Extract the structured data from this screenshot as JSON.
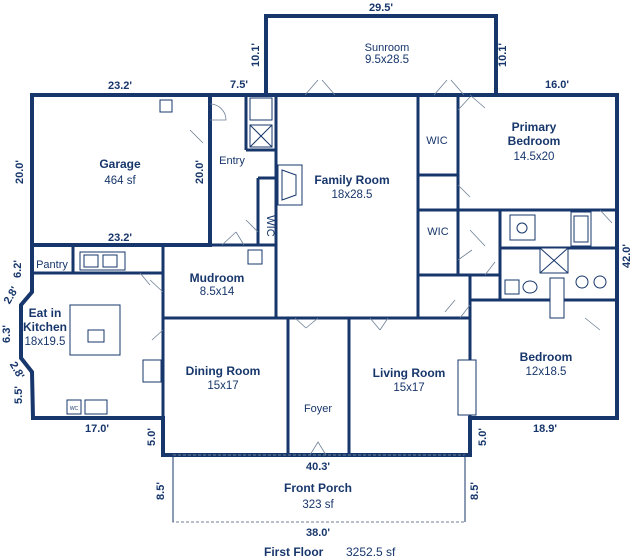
{
  "rooms": {
    "sunroom": {
      "name": "Sunroom",
      "size": "9.5x28.5"
    },
    "garage": {
      "name": "Garage",
      "size": "464 sf"
    },
    "entry": {
      "name": "Entry"
    },
    "family": {
      "name": "Family Room",
      "size": "18x28.5"
    },
    "wic1": {
      "name": "WIC"
    },
    "wic2": {
      "name": "WIC"
    },
    "wic3": {
      "name": "WIC"
    },
    "primary": {
      "name1": "Primary",
      "name2": "Bedroom",
      "size": "14.5x20"
    },
    "pantry": {
      "name": "Pantry"
    },
    "mudroom": {
      "name": "Mudroom",
      "size": "8.5x14"
    },
    "kitchen": {
      "name1": "Eat in",
      "name2": "Kitchen",
      "size": "18x19.5"
    },
    "dining": {
      "name": "Dining Room",
      "size": "15x17"
    },
    "foyer": {
      "name": "Foyer"
    },
    "living": {
      "name": "Living Room",
      "size": "15x17"
    },
    "bedroom": {
      "name": "Bedroom",
      "size": "12x18.5"
    },
    "porch": {
      "name": "Front Porch",
      "size": "323 sf"
    },
    "wc": {
      "name": "WC"
    }
  },
  "dims": {
    "sunroom_top": "29.5'",
    "sunroom_left": "10.1'",
    "sunroom_right": "10.1'",
    "garage_top": "23.2'",
    "garage_bottom": "23.2'",
    "garage_left": "20.0'",
    "garage_right": "20.0'",
    "entry_top": "7.5'",
    "primary_top": "16.0'",
    "right_side": "42.0'",
    "pantry_side": "6.2'",
    "k_28a": "2.8'",
    "k_63": "6.3'",
    "k_28b": "2.8'",
    "k_55": "5.5'",
    "kitchen_bottom": "17.0'",
    "step_left": "5.0'",
    "step_right": "5.0'",
    "front_width": "40.3'",
    "bedroom_bottom": "18.9'",
    "porch_left": "8.5'",
    "porch_right": "8.5'",
    "porch_bottom": "38.0'"
  },
  "footer": {
    "floor": "First Floor",
    "area": "3252.5 sf"
  }
}
